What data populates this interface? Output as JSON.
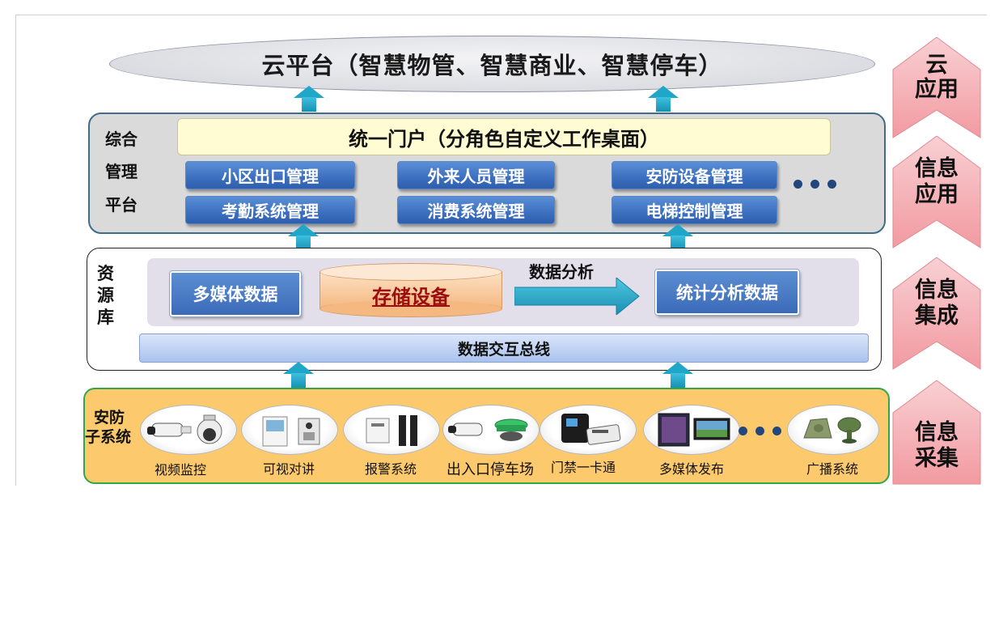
{
  "cloud": {
    "title": "云平台（智慧物管、智慧商业、智慧停车）"
  },
  "management": {
    "side_label": [
      "综合",
      "管理",
      "平台"
    ],
    "portal": "统一门户（分角色自定义工作桌面）",
    "modules": [
      "小区出口管理",
      "外来人员管理",
      "安防设备管理",
      "考勤系统管理",
      "消费系统管理",
      "电梯控制管理"
    ]
  },
  "resource": {
    "side_label": [
      "资",
      "源",
      "库"
    ],
    "multimedia": "多媒体数据",
    "storage": "存储设备",
    "analysis": "数据分析",
    "stats": "统计分析数据",
    "bus": "数据交互总线"
  },
  "subsystems": {
    "side_label": [
      "安防",
      "子系统"
    ],
    "devices": [
      {
        "label": "视频监控",
        "icon": "camera-icon"
      },
      {
        "label": "可视对讲",
        "icon": "intercom-icon"
      },
      {
        "label": "报警系统",
        "icon": "alarm-icon"
      },
      {
        "label": "出入口停车场",
        "icon": "parking-icon"
      },
      {
        "label": "门禁一卡通",
        "icon": "access-card-icon"
      },
      {
        "label": "多媒体发布",
        "icon": "display-icon"
      },
      {
        "label": "广播系统",
        "icon": "speaker-icon"
      }
    ]
  },
  "layers": [
    {
      "line1": "云",
      "line2": "应用"
    },
    {
      "line1": "信息",
      "line2": "应用"
    },
    {
      "line1": "信息",
      "line2": "集成"
    },
    {
      "line1": "信息",
      "line2": "采集"
    }
  ],
  "colors": {
    "accent_blue": "#3c6fbf",
    "arrow_cyan": "#1fa6c8",
    "subsystem_bg": "#fcc96d",
    "subsystem_border": "#2fa84a",
    "storage_text": "#9c0d0d",
    "chevron_fill": "#f7b9bd"
  }
}
